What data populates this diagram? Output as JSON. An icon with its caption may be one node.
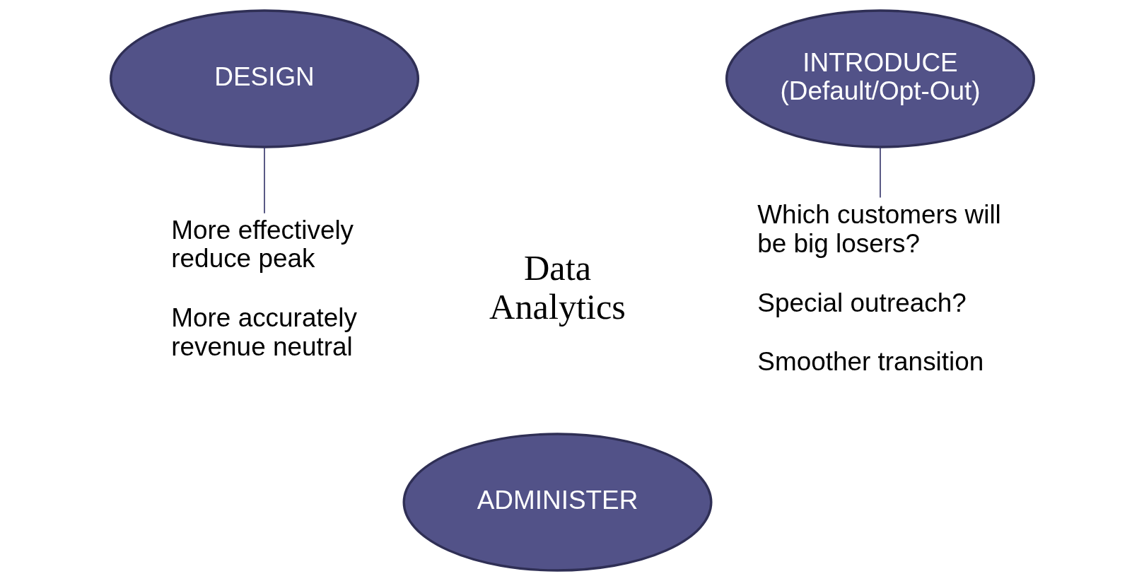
{
  "diagram": {
    "nodes": [
      {
        "text": [
          "DESIGN"
        ]
      },
      {
        "text": [
          "INTRODUCE (Default/Opt-Out)"
        ]
      },
      {
        "text": [
          "More effectively reduce peak",
          "More accurately revenue neutral"
        ]
      },
      {
        "text": [
          "Which customers will be big losers?",
          "Special outreach?",
          "Smoother transition"
        ]
      },
      {
        "text": [
          "ADMINISTER"
        ]
      }
    ],
    "edges": [
      {
        "from": 0,
        "to": 2,
        "arrow": "none"
      },
      {
        "from": 1,
        "to": 3,
        "arrow": "none"
      }
    ],
    "labels": [
      "Data Analytics"
    ]
  }
}
